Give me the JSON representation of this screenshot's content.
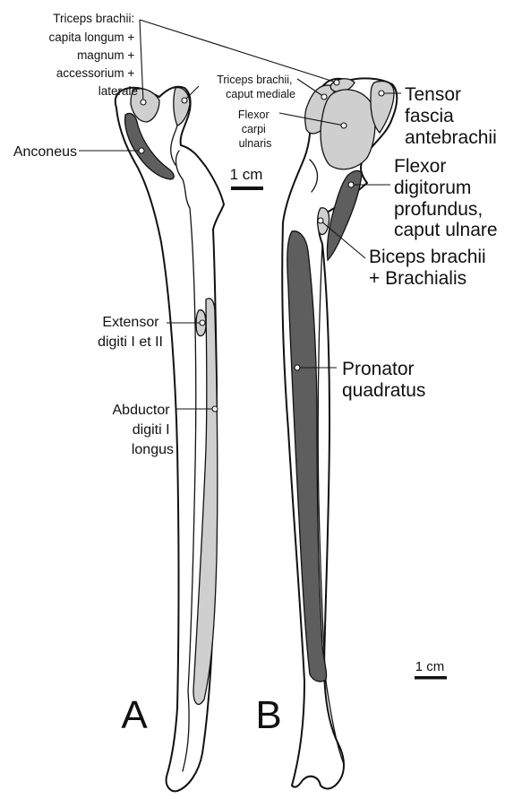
{
  "colors": {
    "bone_fill": "#ffffff",
    "outline": "#111111",
    "muscle_light": "#cfcfcf",
    "muscle_dark": "#5e5e5e"
  },
  "views": {
    "a_label": "A",
    "b_label": "B"
  },
  "scale_bars": {
    "top": "1 cm",
    "bottom": "1 cm"
  },
  "labels": {
    "triceps_group": [
      "Triceps brachii:",
      "capita longum +",
      "magnum +",
      "accessorium +",
      "laterale"
    ],
    "triceps_mediale": [
      "Triceps brachii,",
      "caput mediale"
    ],
    "flexor_carpi_ulnaris": [
      "Flexor",
      "carpi",
      "ulnaris"
    ],
    "anconeus": [
      "Anconeus"
    ],
    "tensor_fascia": [
      "Tensor",
      "fascia",
      "antebrachii"
    ],
    "flexor_digitorum": [
      "Flexor",
      "digitorum",
      "profundus,",
      "caput ulnare"
    ],
    "biceps": [
      "Biceps brachii",
      "+ Brachialis"
    ],
    "extensor_digiti": [
      "Extensor",
      "digiti I et II"
    ],
    "abductor_digiti": [
      "Abductor",
      "digiti I",
      "longus"
    ],
    "pronator": [
      "Pronator",
      "quadratus"
    ]
  }
}
